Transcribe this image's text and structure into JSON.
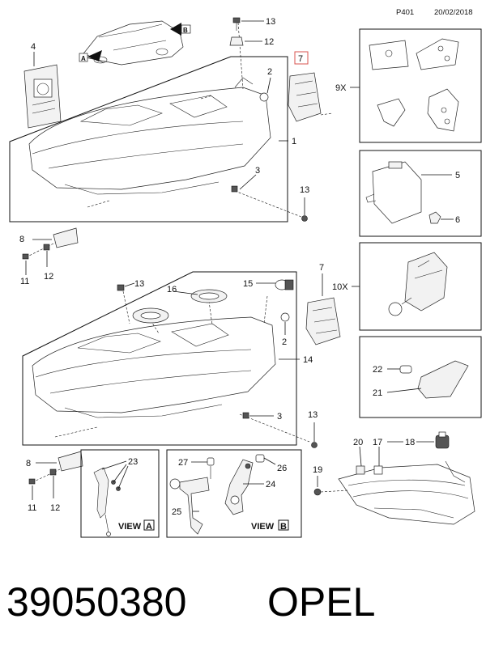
{
  "header": {
    "page_code": "P401",
    "date": "20/02/2018"
  },
  "view_markers": {
    "a": "A",
    "b": "B"
  },
  "callouts": {
    "c1": "1",
    "c2_top": "2",
    "c2_mid": "2",
    "c3_top": "3",
    "c3_mid": "3",
    "c4": "4",
    "c5": "5",
    "c6": "6",
    "c7_boxed": "7",
    "c7_mid": "7",
    "c8_top": "8",
    "c8_bot": "8",
    "c11_top": "11",
    "c11_bot": "11",
    "c12_top": "12",
    "c12_topright": "12",
    "c12_bot": "12",
    "c13_topright": "13",
    "c13_right1": "13",
    "c13_mid": "13",
    "c13_right2": "13",
    "c14": "14",
    "c15": "15",
    "c16": "16",
    "c17": "17",
    "c18": "18",
    "c19": "19",
    "c20": "20",
    "c21": "21",
    "c22": "22",
    "c23": "23",
    "c24": "24",
    "c25": "25",
    "c26": "26",
    "c27": "27"
  },
  "multipliers": {
    "nine": "9X",
    "ten": "10X"
  },
  "views": {
    "a_label": "VIEW",
    "a_letter": "A",
    "b_label": "VIEW",
    "b_letter": "B"
  },
  "footer": {
    "part_number": "39050380",
    "brand": "OPEL"
  },
  "colors": {
    "ink": "#111111",
    "part_fill": "#f2f2f2",
    "highlight_box": "#d9534f"
  }
}
